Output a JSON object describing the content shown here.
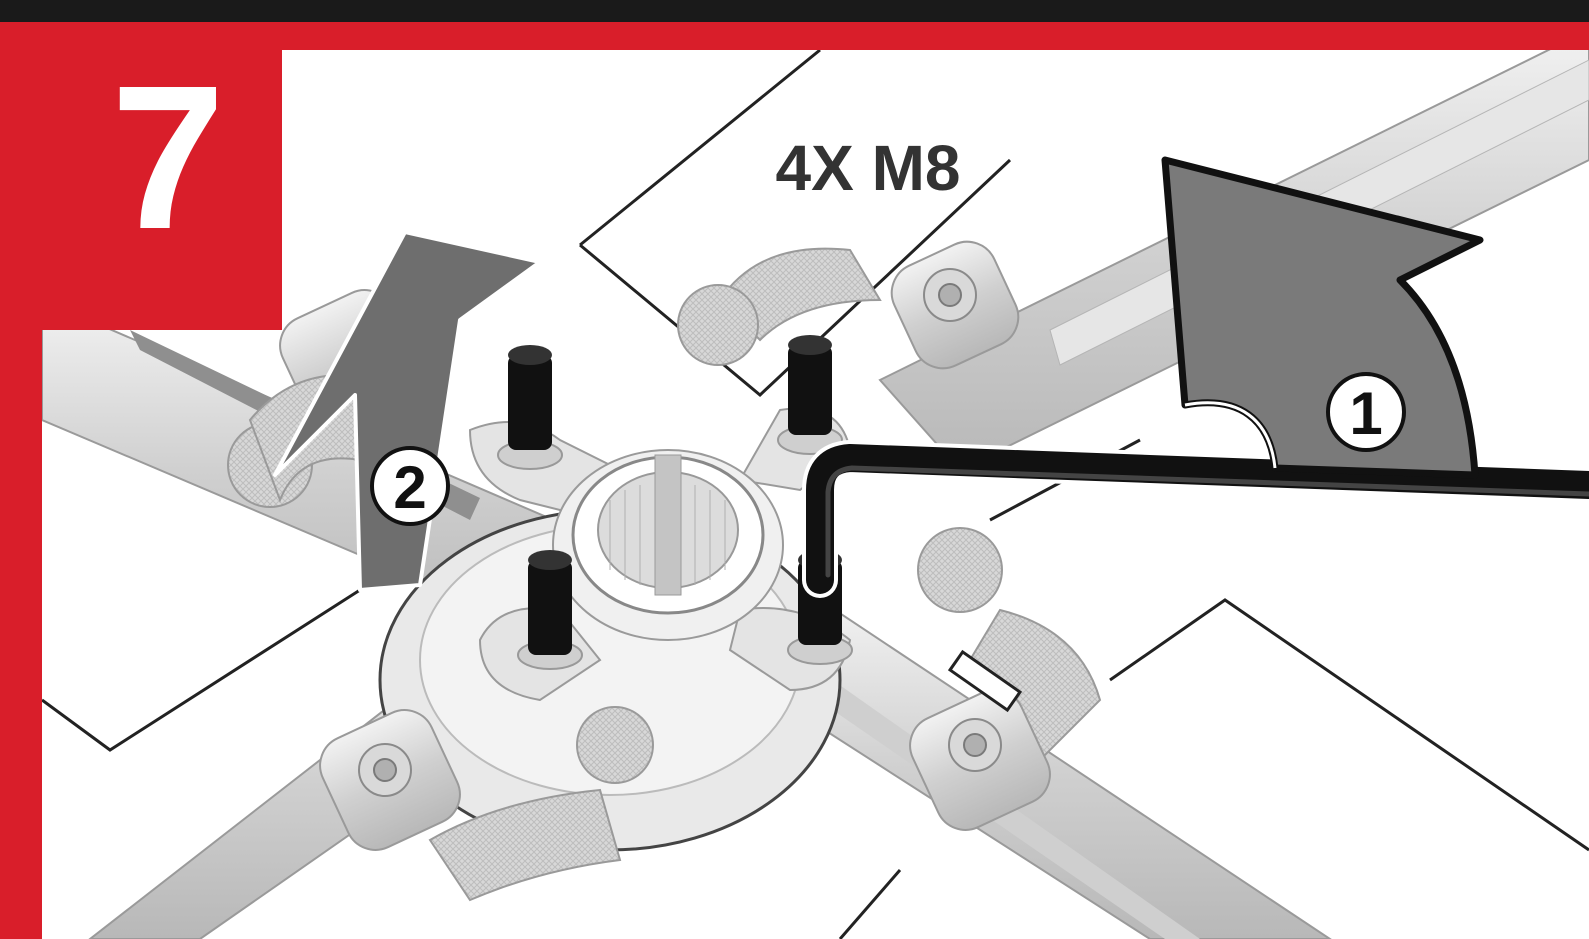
{
  "step": {
    "number": "7",
    "quantity_label": "4X M8"
  },
  "callouts": {
    "first": "1",
    "second": "2"
  },
  "colors": {
    "frame_red": "#d91e2a",
    "page_black": "#1a1a1a",
    "panel_white": "#ffffff",
    "arrow_gray": "#7a7a7a",
    "bolt_black": "#111111",
    "part_gray": "#d6d6d6"
  },
  "icons": [
    "rotate-arrow-icon",
    "lift-arrow-icon",
    "hex-key-icon",
    "bolt-icon"
  ]
}
